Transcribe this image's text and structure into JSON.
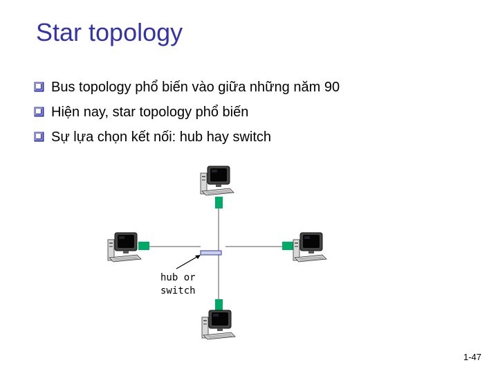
{
  "slide": {
    "title": "Star topology",
    "page_number": "1-47"
  },
  "bullets": [
    "Bus topology phổ biến vào giữa những năm 90",
    "Hiện nay, star topology phổ biến",
    "Sự lựa chọn kết nối: hub hay switch"
  ],
  "diagram": {
    "hub_label_line1": "hub or",
    "hub_label_line2": "switch",
    "colors": {
      "title": "#3333aa",
      "bullet_marker": "#3333aa",
      "link_adapter": "#00aa66",
      "hub_fill": "#c8d0ec",
      "hub_stroke": "#3333aa"
    }
  }
}
